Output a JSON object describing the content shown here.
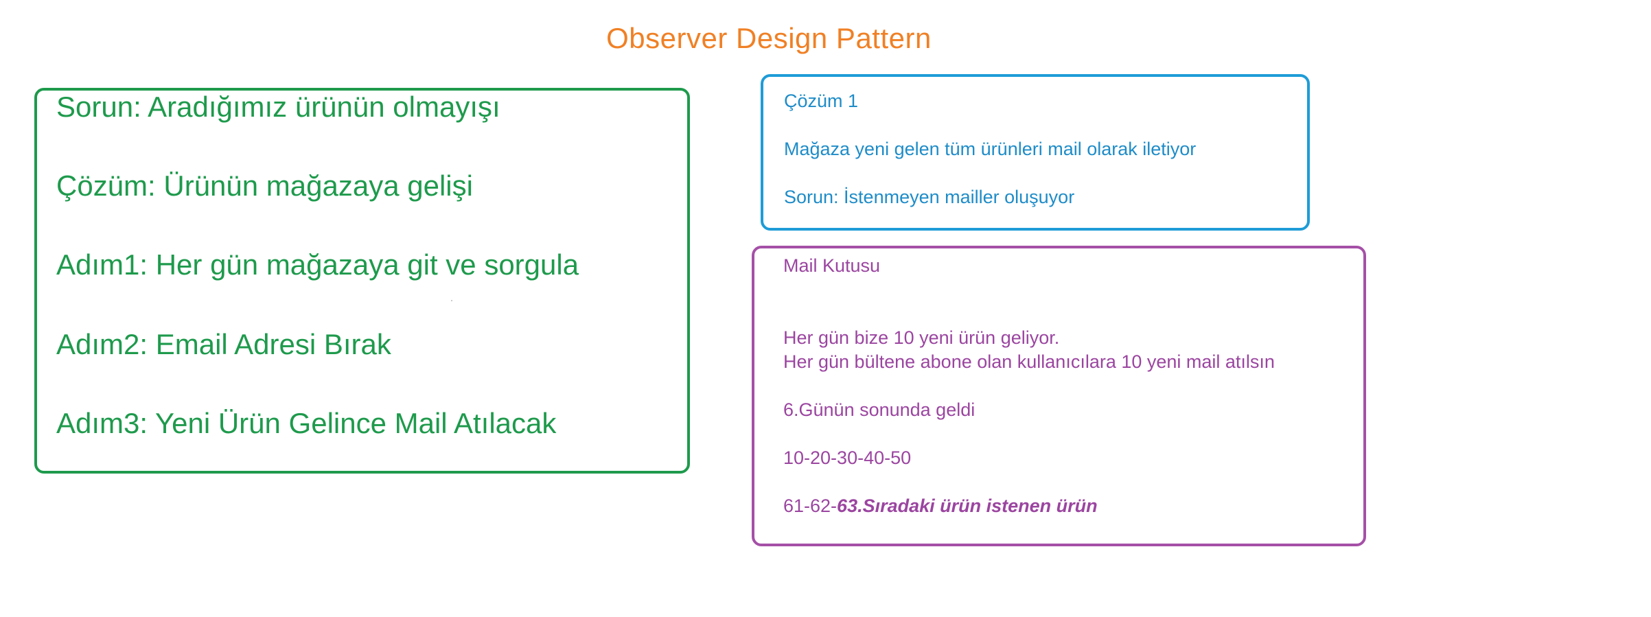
{
  "title": "Observer Design Pattern",
  "colors": {
    "title": "#F08025",
    "problem_box": "#1E9A4C",
    "solution_box": "#1E9CD7",
    "mailbox_box": "#A550A7"
  },
  "problem_box": {
    "lines": [
      "Sorun: Aradığımız ürünün olmayışı",
      "Çözüm: Ürünün mağazaya gelişi",
      "Adım1: Her gün mağazaya git ve sorgula",
      "Adım2: Email Adresi Bırak",
      "Adım3: Yeni Ürün Gelince Mail Atılacak"
    ]
  },
  "solution_box": {
    "heading": "Çözüm 1",
    "line1": "Mağaza yeni gelen tüm ürünleri mail olarak iletiyor",
    "line2": "Sorun: İstenmeyen mailler oluşuyor"
  },
  "mailbox_box": {
    "heading": "Mail Kutusu",
    "line1": "Her gün bize 10 yeni ürün geliyor.",
    "line2": "Her gün bültene abone olan kullanıcılara 10 yeni mail atılsın",
    "line3": "6.Günün sonunda geldi",
    "line4": "10-20-30-40-50",
    "line5_prefix": "61-62-",
    "line5_emphasis": "63.Sıradaki ürün istenen ürün"
  }
}
